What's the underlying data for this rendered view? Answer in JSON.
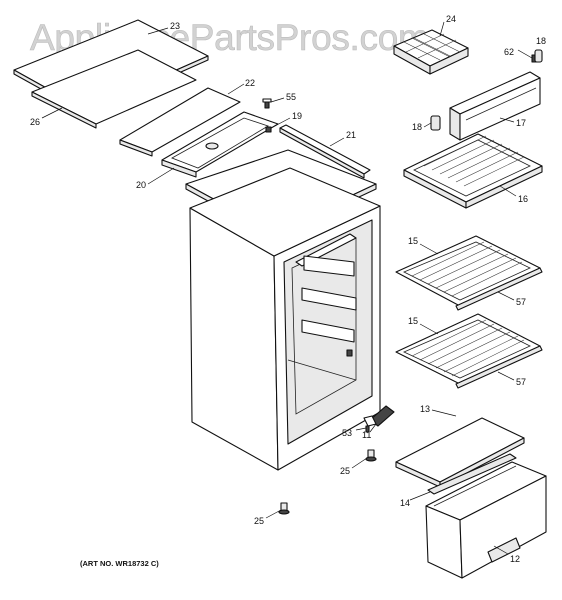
{
  "watermark": "AppliancePartsPros.com",
  "art_number": "(ART NO. WR18732 C)",
  "callouts": {
    "p23": "23",
    "p26": "26",
    "p22": "22",
    "p20": "20",
    "p55": "55",
    "p19": "19",
    "p21": "21",
    "p24": "24",
    "p18a": "18",
    "p62": "62",
    "p18b": "18",
    "p17": "17",
    "p16": "16",
    "p15a": "15",
    "p57a": "57",
    "p15b": "15",
    "p57b": "57",
    "p13": "13",
    "p53": "53",
    "p11": "11",
    "p25a": "25",
    "p14": "14",
    "p12": "12",
    "p25b": "25"
  }
}
